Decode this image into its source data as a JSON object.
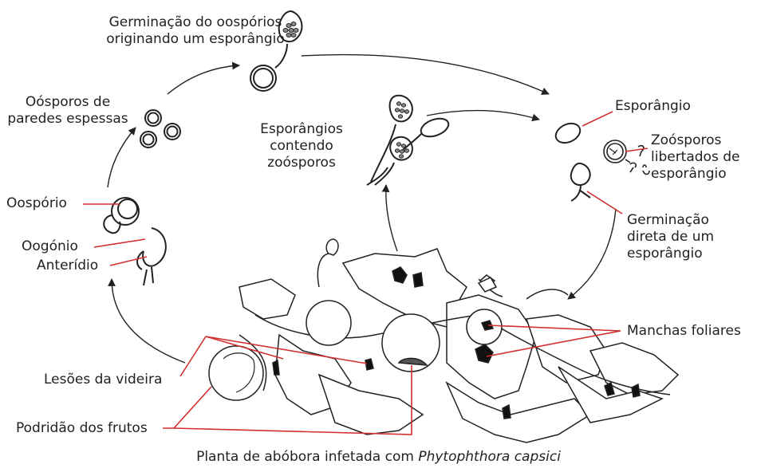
{
  "labels": {
    "germinacao_oosporos": [
      "Germinação do oospórios",
      "originando um esporângio"
    ],
    "oosporos_paredes": [
      "Oósporos de",
      "paredes espessas"
    ],
    "esporangios_zoosporos": [
      "Esporângios",
      "contendo",
      "zoósporos"
    ],
    "esporangio": "Esporângio",
    "zoosporos_libertados": [
      "Zoósporos",
      "libertados de",
      "esporângio"
    ],
    "germinacao_direta": [
      "Germinação",
      "direta de um",
      "esporângio"
    ],
    "oosporio": "Oospório",
    "oogonio": "Oogónio",
    "anteridio": "Anterídio",
    "manchas_foliares": "Manchas foliares",
    "lesoes_videira": "Lesões da videira",
    "podridao_frutos": "Podridão dos frutos"
  },
  "caption": {
    "prefix": "Planta de abóbora infetada com ",
    "species": "Phytophthora capsici"
  },
  "colors": {
    "leader": "#d32f2f",
    "ink": "#222222"
  }
}
